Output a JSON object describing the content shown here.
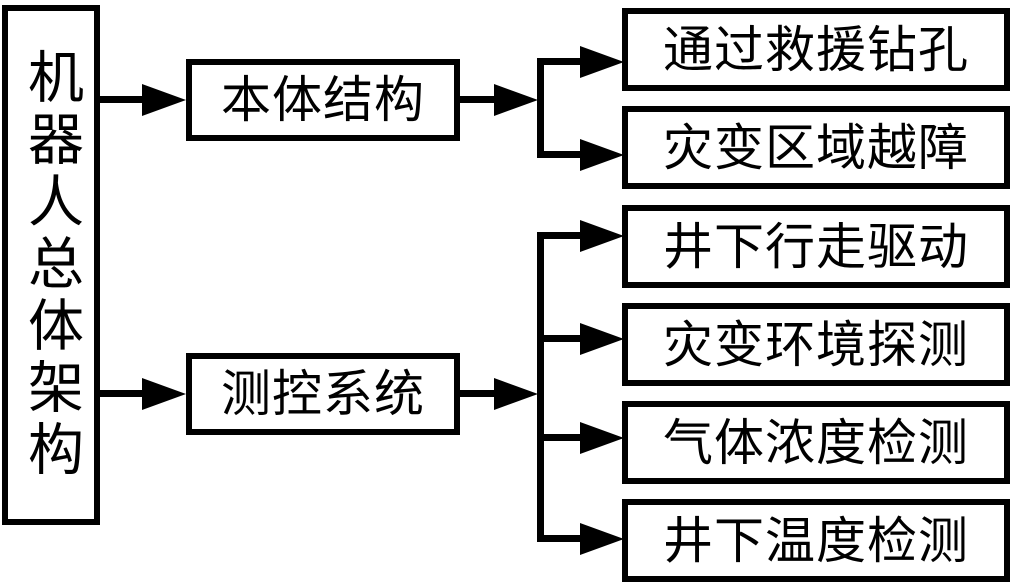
{
  "diagram": {
    "title": "机器人总体架构",
    "type": "hierarchical-block-diagram",
    "root": {
      "id": "root",
      "label": "机器人总体架构",
      "orientation": "vertical"
    },
    "branches": [
      {
        "id": "body-structure",
        "label": "本体结构",
        "children": [
          {
            "id": "leaf-0",
            "label": "通过救援钻孔"
          },
          {
            "id": "leaf-1",
            "label": "灾变区域越障"
          }
        ]
      },
      {
        "id": "control-system",
        "label": "测控系统",
        "children": [
          {
            "id": "leaf-2",
            "label": "井下行走驱动"
          },
          {
            "id": "leaf-3",
            "label": "灾变环境探测"
          },
          {
            "id": "leaf-4",
            "label": "气体浓度检测"
          },
          {
            "id": "leaf-5",
            "label": "井下温度检测"
          }
        ]
      }
    ],
    "colors": {
      "stroke": "#000000",
      "fill": "#ffffff",
      "text": "#000000"
    }
  }
}
